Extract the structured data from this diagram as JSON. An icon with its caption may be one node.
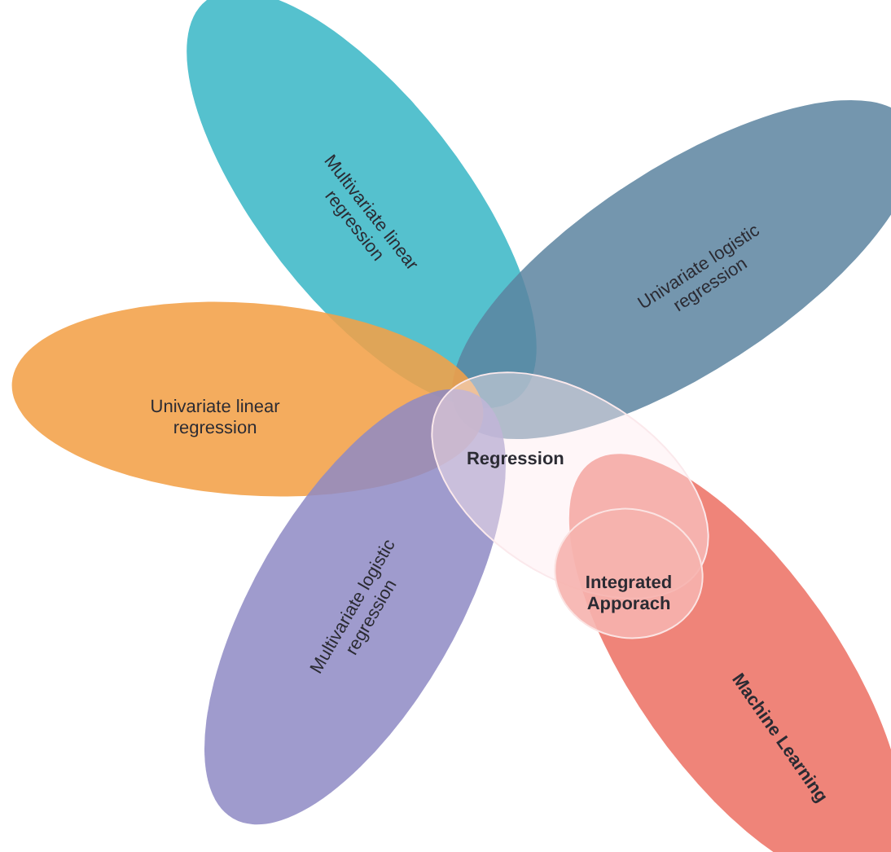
{
  "diagram": {
    "nodes": [
      {
        "text": [
          "Multivariate linear regression"
        ]
      },
      {
        "text": [
          "Univariate logistic regression"
        ]
      },
      {
        "text": [
          "Univariate linear regression"
        ]
      },
      {
        "text": [
          "Regression"
        ]
      },
      {
        "text": [
          "Integrated Apporach"
        ]
      },
      {
        "text": [
          "Multivariate logistic regression"
        ]
      },
      {
        "text": [
          "Machine Learning"
        ]
      }
    ]
  }
}
